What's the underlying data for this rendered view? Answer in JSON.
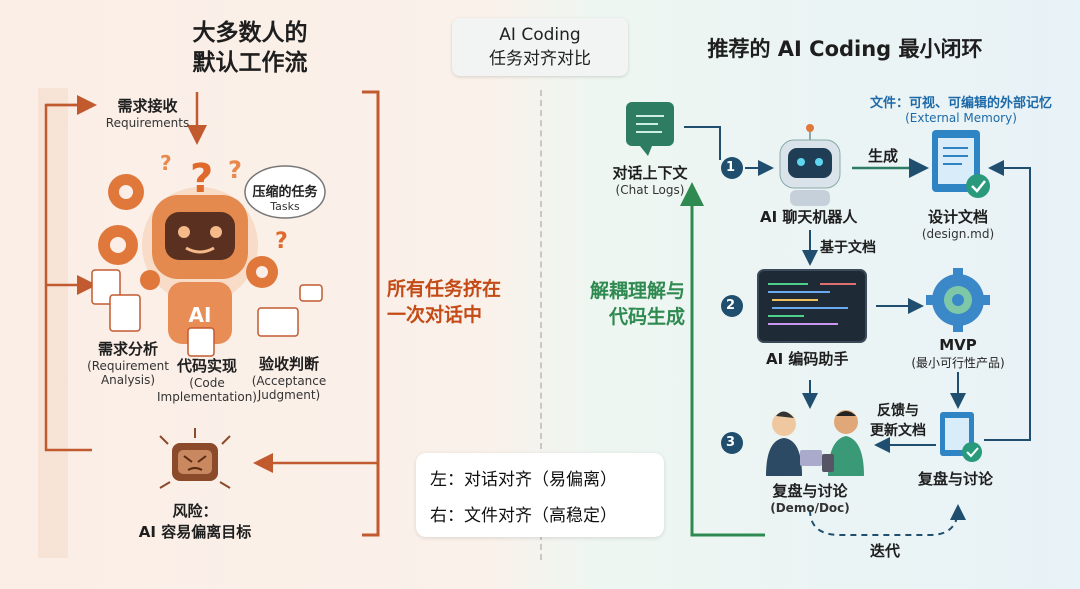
{
  "left": {
    "title_line1": "大多数人的",
    "title_line2": "默认工作流",
    "req_receive": "需求接收",
    "req_receive_en": "Requirements",
    "compressed_tasks": "压缩的任务",
    "compressed_tasks_en": "Tasks",
    "ai_badge": "AI",
    "req_analysis": "需求分析",
    "req_analysis_en1": "(Requirement",
    "req_analysis_en2": "Analysis)",
    "code_impl": "代码实现",
    "code_impl_en1": "(Code",
    "code_impl_en2": "Implementation)",
    "acceptance": "验收判断",
    "acceptance_en1": "(Acceptance",
    "acceptance_en2": "Judgment)",
    "risk_line1": "风险：",
    "risk_line2": "AI 容易偏离目标",
    "bracket_line1": "所有任务挤在",
    "bracket_line2": "一次对话中"
  },
  "middle": {
    "title_line1": "AI Coding",
    "title_line2": "任务对齐对比",
    "legend_left": "左：对话对齐（易偏离）",
    "legend_right": "右：文件对齐（高稳定）",
    "decouple_line1": "解耦理解与",
    "decouple_line2": "代码生成"
  },
  "right": {
    "title": "推荐的 AI Coding 最小闭环",
    "file_note": "文件：可视、可编辑的外部记忆",
    "file_note_en": "(External Memory)",
    "chat_context": "对话上下文",
    "chat_context_en": "(Chat Logs)",
    "step1": "1",
    "step2": "2",
    "step3": "3",
    "chatbot": "AI 聊天机器人",
    "generate": "生成",
    "design_doc": "设计文档",
    "design_doc_en": "(design.md)",
    "based_on_doc": "基于文档",
    "coding_assistant": "AI 编码助手",
    "mvp": "MVP",
    "mvp_sub": "(最小可行性产品)",
    "feedback_line1": "反馈与",
    "feedback_line2": "更新文档",
    "review_right": "复盘与讨论",
    "review_left": "复盘与讨论",
    "review_left_en": "(Demo/Doc)",
    "iterate": "迭代"
  },
  "colors": {
    "orange": "#c44a16",
    "green": "#2e8a50",
    "navy": "#1f4e6e",
    "blue": "#1e6aa8"
  }
}
